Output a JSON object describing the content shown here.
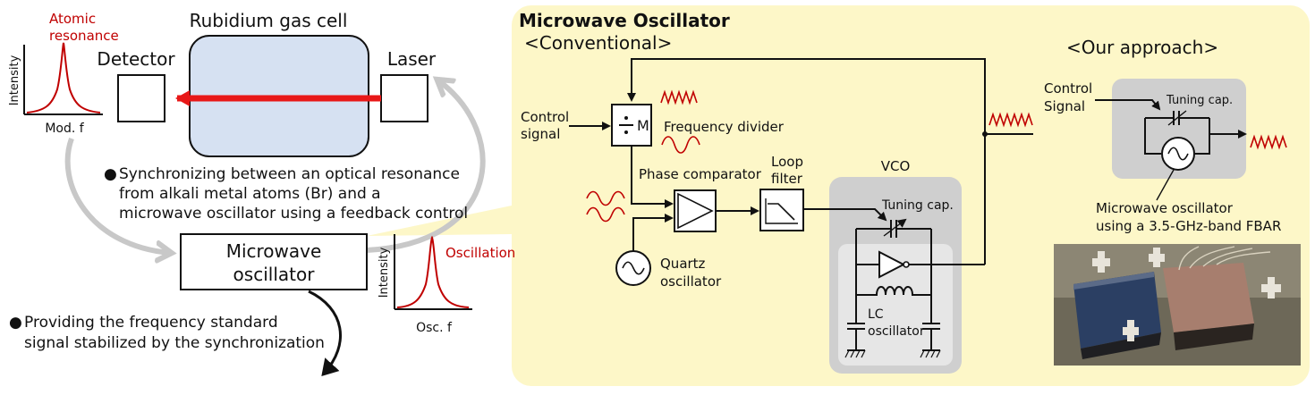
{
  "left": {
    "atomic_resonance_line1": "Atomic",
    "atomic_resonance_line2": "resonance",
    "intensity_label": "Intensity",
    "mod_f_label": "Mod. f",
    "cell_title": "Rubidium gas cell",
    "detector_label": "Detector",
    "laser_label": "Laser",
    "sync_text": [
      "Synchronizing between an optical resonance",
      "from alkali metal atoms (Br) and a",
      "microwave oscillator using a feedback control"
    ],
    "mw_osc_line1": "Microwave",
    "mw_osc_line2": "oscillator",
    "provide_text": [
      "Providing the frequency standard",
      "signal stabilized by the synchronization"
    ],
    "oscillation_label": "Oscillation",
    "osc_f_label": "Osc. f"
  },
  "right": {
    "title": "Microwave Oscillator",
    "conventional_label": "<Conventional>",
    "approach_label": "<Our approach>",
    "control_signal_line1": "Control",
    "control_signal_line2": "signal",
    "divider_symbol": "M",
    "frequency_divider_label": "Frequency divider",
    "phase_comparator_label": "Phase comparator",
    "loop_filter_line1": "Loop",
    "loop_filter_line2": "filter",
    "vco_label": "VCO",
    "tuning_cap_label": "Tuning cap.",
    "lc_line1": "LC",
    "lc_line2": "oscillator",
    "quartz_line1": "Quartz",
    "quartz_line2": "oscillator",
    "approach_control_line1": "Control",
    "approach_control_line2": "Signal",
    "approach_tuning_label": "Tuning cap.",
    "fbar_line1": "Microwave oscillator",
    "fbar_line2": "using a 3.5-GHz-band FBAR"
  },
  "colors": {
    "panel_bg": "#fdf7c8",
    "cell_fill": "#d6e1f2",
    "laser_beam": "#e81818",
    "resonance_curve": "#c00000",
    "gray_arrow": "#c8c8c8",
    "vco_box": "#cfcfcf",
    "lc_box": "#e6e6e6"
  }
}
